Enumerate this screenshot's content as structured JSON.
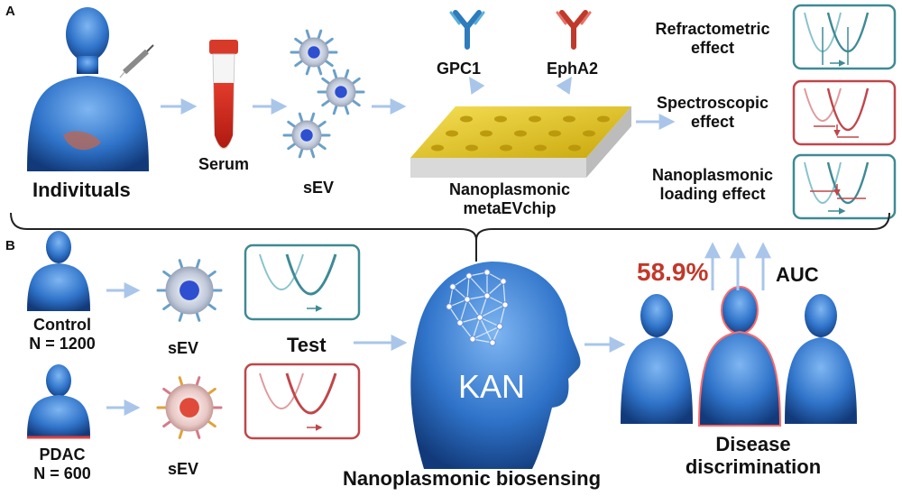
{
  "panels": {
    "a": "A",
    "b": "B"
  },
  "section_a": {
    "individuals": "Indivituals",
    "serum": "Serum",
    "sev": "sEV",
    "markers": [
      "GPC1",
      "EphA2"
    ],
    "chip": [
      "Nanoplasmonic",
      "metaEVchip"
    ],
    "effects": [
      {
        "label": [
          "Refractometric",
          "effect"
        ],
        "color": "#3e8a95"
      },
      {
        "label": [
          "Spectroscopic",
          "effect"
        ],
        "color": "#c0464a"
      },
      {
        "label": [
          "Nanoplasmonic",
          "loading effect"
        ],
        "color": "#3e8a95"
      }
    ]
  },
  "section_b": {
    "groups": [
      {
        "name": "Control",
        "count": "N = 1200",
        "color": "#3e8a95"
      },
      {
        "name": "PDAC",
        "count": "N = 600",
        "color": "#c0464a"
      }
    ],
    "sev": "sEV",
    "test": "Test",
    "model": "KAN",
    "biosensing": "Nanoplasmonic biosensing",
    "metric_value": "58.9%",
    "metric_name": "AUC",
    "discrimination": [
      "Disease",
      "discrimination"
    ]
  },
  "colors": {
    "body_blue": "#2f73c9",
    "accent_red": "#c0392b",
    "teal": "#3e8a95",
    "chip_gold": "#e6c21d",
    "arrow": "#a9c6ea"
  }
}
